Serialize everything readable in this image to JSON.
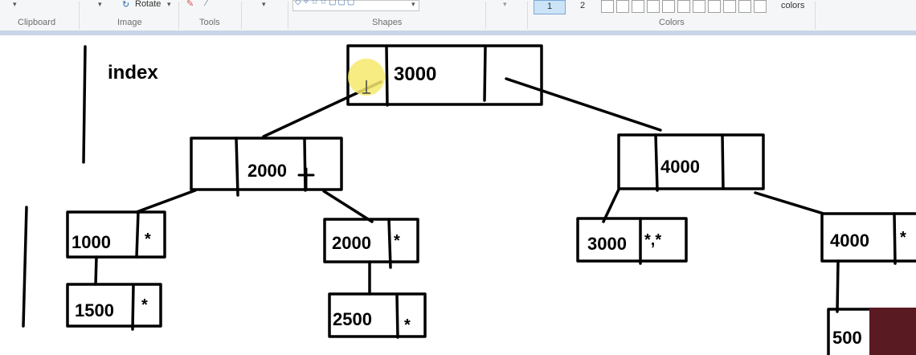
{
  "ribbon": {
    "groups": {
      "clipboard": "Clipboard",
      "image": "Image",
      "tools": "Tools",
      "shapes": "Shapes",
      "colors": "Colors"
    },
    "rotate_label": "Rotate",
    "color1_label": "1",
    "color2_label": "2",
    "edit_colors_label": "colors"
  },
  "canvas": {
    "heading": "index",
    "root": {
      "label": "3000"
    },
    "internal": [
      {
        "label": "2000"
      },
      {
        "label": "4000"
      }
    ],
    "leaves": [
      {
        "key": "1000",
        "ptr": "*"
      },
      {
        "key": "2000",
        "ptr": "*"
      },
      {
        "key": "3000",
        "ptr": "*,*"
      },
      {
        "key": "4000",
        "ptr": "*"
      }
    ],
    "overflow": [
      {
        "key": "1500",
        "ptr": "*"
      },
      {
        "key": "2500",
        "ptr": "*"
      },
      {
        "key": "500"
      }
    ]
  },
  "colors": {
    "ink": "#000000",
    "highlight": "#f6e96b",
    "ribbon_bg": "#f5f6f7",
    "selected_color_bg": "#cce4f7",
    "webcam_overlay": "#5a1a22"
  }
}
